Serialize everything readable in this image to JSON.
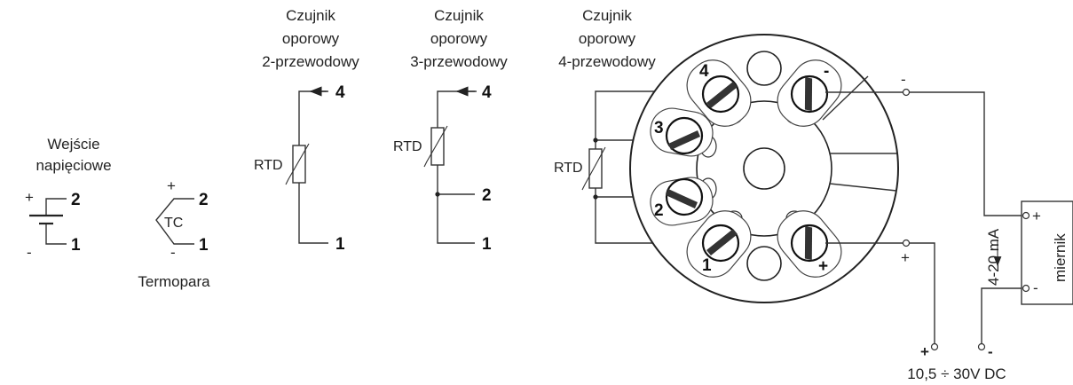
{
  "voltage_input": {
    "title_line1": "Wejście",
    "title_line2": "napięciowe",
    "plus": "+",
    "minus": "-",
    "pin_top": "2",
    "pin_bottom": "1"
  },
  "thermocouple": {
    "plus": "+",
    "minus": "-",
    "label": "TC",
    "pin_top": "2",
    "pin_bottom": "1",
    "caption": "Termopara"
  },
  "rtd_2wire": {
    "title_line1": "Czujnik",
    "title_line2": "oporowy",
    "title_line3": "2-przewodowy",
    "label": "RTD",
    "pin_top": "4",
    "pin_bottom": "1"
  },
  "rtd_3wire": {
    "title_line1": "Czujnik",
    "title_line2": "oporowy",
    "title_line3": "3-przewodowy",
    "label": "RTD",
    "pin_top": "4",
    "pin_mid": "2",
    "pin_bottom": "1"
  },
  "rtd_4wire": {
    "title_line1": "Czujnik",
    "title_line2": "oporowy",
    "title_line3": "4-przewodowy",
    "label": "RTD"
  },
  "transmitter": {
    "term_4": "4",
    "term_3": "3",
    "term_2": "2",
    "term_1": "1",
    "term_minus": "-",
    "term_plus": "+"
  },
  "loop": {
    "minus_top": "-",
    "plus_mid": "+",
    "current_label": "4-20 mA",
    "meter_label": "miernik",
    "meter_plus": "+",
    "meter_minus": "-",
    "supply_plus": "+",
    "supply_minus": "-",
    "supply_label": "10,5 ÷ 30V DC"
  }
}
